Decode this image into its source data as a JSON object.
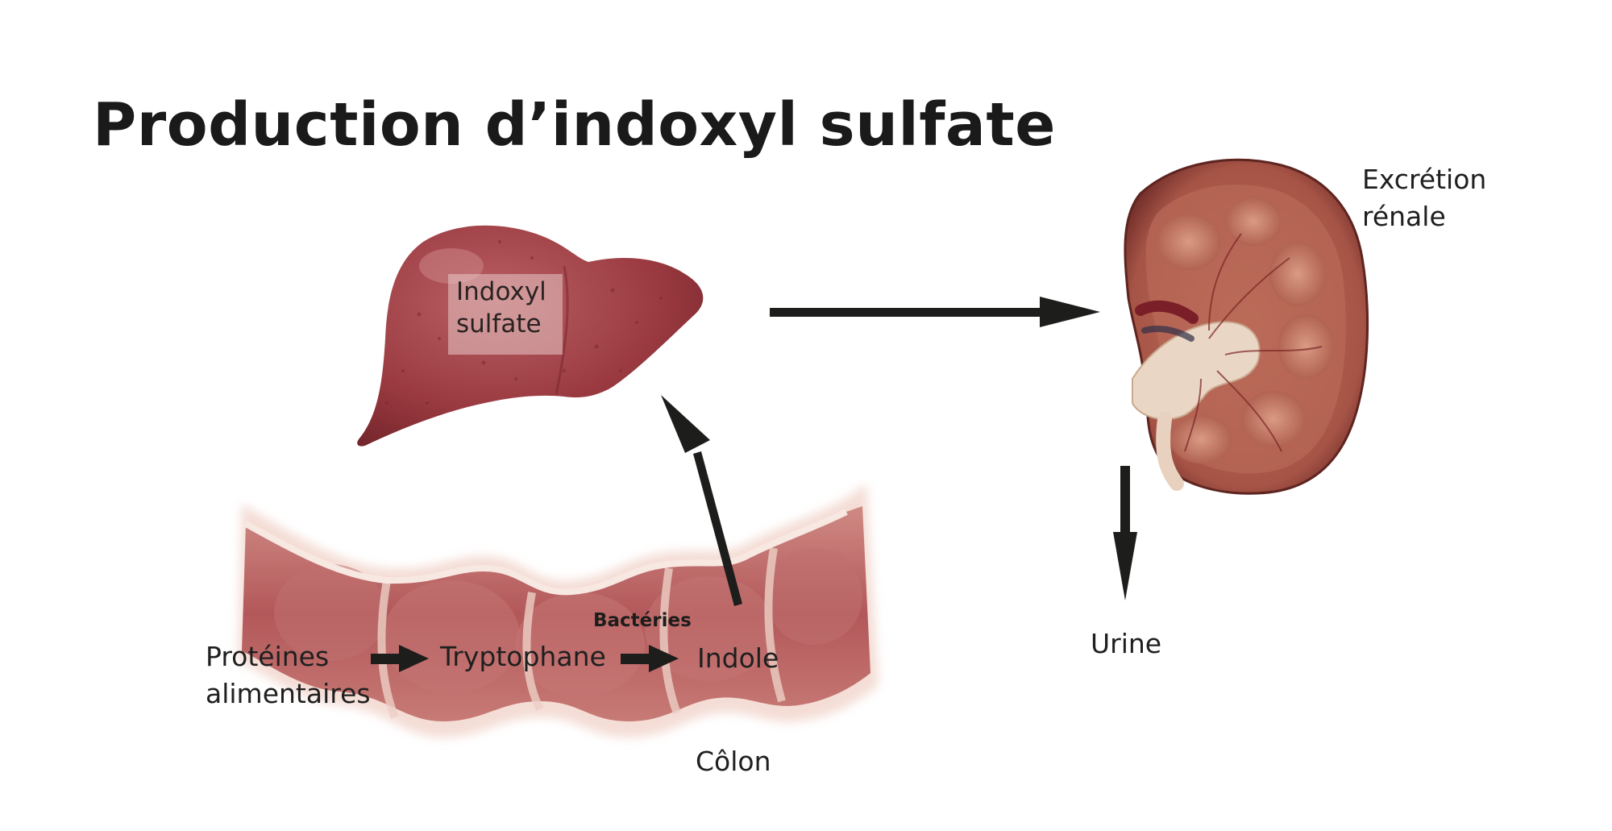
{
  "title": "Production d’indoxyl sulfate",
  "labels": {
    "liver_line1": "Indoxyl",
    "liver_line2": "sulfate",
    "kidney_line1": "Excrétion",
    "kidney_line2": "rénale",
    "urine": "Urine",
    "proteins_line1": "Protéines",
    "proteins_line2": "alimentaires",
    "tryptophan": "Tryptophane",
    "bacteria": "Bactéries",
    "indole": "Indole",
    "colon": "Côlon"
  },
  "colors": {
    "arrow": "#1d1d1b",
    "organ_base": "#9c3b3f",
    "organ_dark": "#6e2128",
    "colon_outer": "#f3dcd4",
    "kidney_cortex": "#a8584a",
    "kidney_pelvis": "#ead6c4"
  }
}
